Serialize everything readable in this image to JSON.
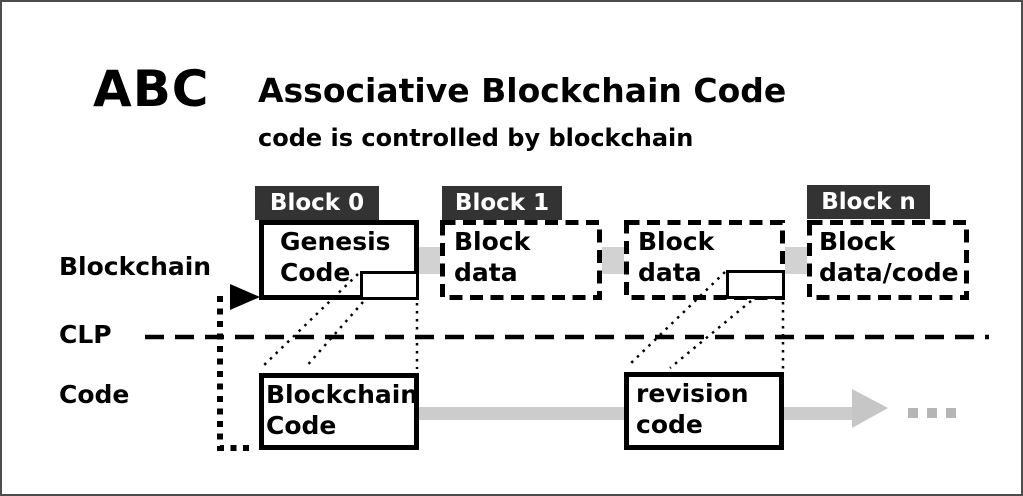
{
  "header": {
    "logo": "ABC",
    "title": "Associative Blockchain Code",
    "subtitle": "code is controlled by blockchain"
  },
  "row_labels": {
    "blockchain": "Blockchain",
    "clp": "CLP",
    "code": "Code"
  },
  "blocks": {
    "block0": {
      "tag": "Block 0",
      "body": "Genesis\nCode"
    },
    "block1": {
      "tag": "Block 1",
      "body": "Block\ndata"
    },
    "block2": {
      "body": "Block\ndata"
    },
    "blockn": {
      "tag": "Block n",
      "body": "Block\ndata/code"
    }
  },
  "code_row": {
    "blockchain_code": "Blockchain\nCode",
    "revision_code": "revision\ncode"
  },
  "icons": {
    "feedback_arrow": "black-right-arrow",
    "flow_arrow": "gray-right-arrow",
    "ellipsis": "gray-ellipsis-dots"
  },
  "colors": {
    "block_tag_bg": "#333333",
    "block_tag_text": "#ffffff",
    "connector_gray": "#d2d2d2",
    "flow_band_gray": "#cccccc",
    "ellipsis_gray": "#b5b5b5",
    "line_black": "#000000",
    "frame_gray": "#4d4d4d",
    "background": "#ffffff"
  }
}
